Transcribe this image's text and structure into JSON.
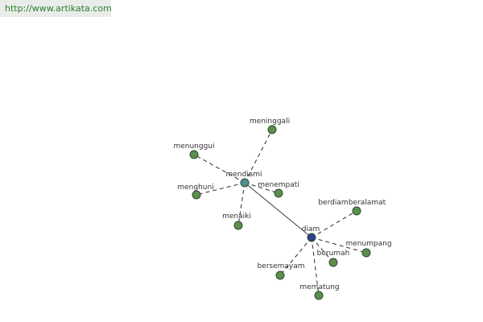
{
  "header": {
    "url": "http://www.artikata.com"
  },
  "colors": {
    "leaf_node": "#5c8f4e",
    "hub_mendiami": "#4f8f94",
    "hub_diam": "#2f3f8f"
  },
  "graph": {
    "nodes": [
      {
        "id": "meninggali",
        "label": "meninggali",
        "role": "leaf"
      },
      {
        "id": "menunggui",
        "label": "menunggui",
        "role": "leaf"
      },
      {
        "id": "mendiami",
        "label": "mendiami",
        "role": "hub"
      },
      {
        "id": "menempati",
        "label": "menempati",
        "role": "leaf"
      },
      {
        "id": "menghuni",
        "label": "menghuni",
        "role": "leaf"
      },
      {
        "id": "menaiki",
        "label": "menaiki",
        "role": "leaf"
      },
      {
        "id": "berdiam",
        "label": "berdiam",
        "role": "leaf"
      },
      {
        "id": "beralamat",
        "label": "beralamat",
        "role": "leaf"
      },
      {
        "id": "diam",
        "label": "diam",
        "role": "hub"
      },
      {
        "id": "menumpang",
        "label": "menumpang",
        "role": "leaf"
      },
      {
        "id": "berumah",
        "label": "berumah",
        "role": "leaf"
      },
      {
        "id": "bersemayam",
        "label": "bersemayam",
        "role": "leaf"
      },
      {
        "id": "mematung",
        "label": "mematung",
        "role": "leaf"
      }
    ],
    "edges": [
      {
        "from": "mendiami",
        "to": "diam",
        "style": "solid"
      },
      {
        "from": "mendiami",
        "to": "meninggali",
        "style": "dashed"
      },
      {
        "from": "mendiami",
        "to": "menunggui",
        "style": "dashed"
      },
      {
        "from": "mendiami",
        "to": "menempati",
        "style": "dashed"
      },
      {
        "from": "mendiami",
        "to": "menghuni",
        "style": "dashed"
      },
      {
        "from": "mendiami",
        "to": "menaiki",
        "style": "dashed"
      },
      {
        "from": "diam",
        "to": "beralamat",
        "style": "dashed"
      },
      {
        "from": "diam",
        "to": "menumpang",
        "style": "dashed"
      },
      {
        "from": "diam",
        "to": "berumah",
        "style": "dashed"
      },
      {
        "from": "diam",
        "to": "bersemayam",
        "style": "dashed"
      },
      {
        "from": "diam",
        "to": "mematung",
        "style": "dashed"
      }
    ]
  }
}
